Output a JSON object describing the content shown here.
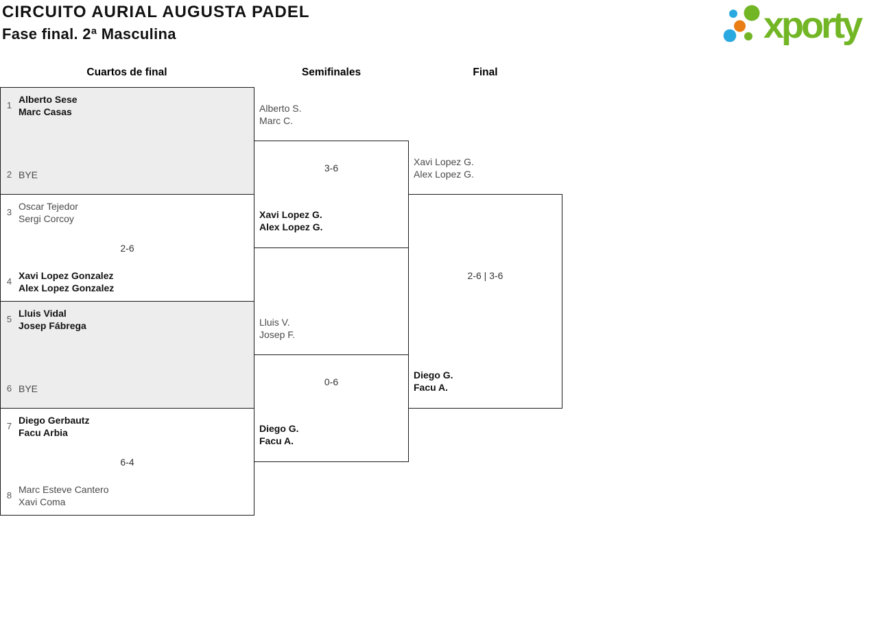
{
  "header": {
    "title": "CIRCUITO AURIAL AUGUSTA PADEL",
    "subtitle": "Fase final. 2ª Masculina"
  },
  "logo": {
    "brand": "xporty",
    "colors": {
      "blue": "#29a9e0",
      "green": "#72b626",
      "orange": "#e87e14"
    }
  },
  "columns": [
    "Cuartos de final",
    "Semifinales",
    "Final"
  ],
  "bracket": {
    "quarterfinals": [
      {
        "seed_top": "1",
        "players_top": [
          "Alberto Sese",
          "Marc Casas"
        ],
        "seed_bottom": "2",
        "players_bottom": [
          "BYE"
        ],
        "score": "",
        "winner": "top"
      },
      {
        "seed_top": "3",
        "players_top": [
          "Oscar Tejedor",
          "Sergi Corcoy"
        ],
        "seed_bottom": "4",
        "players_bottom": [
          "Xavi Lopez Gonzalez",
          "Alex Lopez Gonzalez"
        ],
        "score": "2-6",
        "winner": "bottom"
      },
      {
        "seed_top": "5",
        "players_top": [
          "Lluis Vidal",
          "Josep Fábrega"
        ],
        "seed_bottom": "6",
        "players_bottom": [
          "BYE"
        ],
        "score": "",
        "winner": "top"
      },
      {
        "seed_top": "7",
        "players_top": [
          "Diego Gerbautz",
          "Facu Arbia"
        ],
        "seed_bottom": "8",
        "players_bottom": [
          "Marc Esteve Cantero",
          "Xavi Coma"
        ],
        "score": "6-4",
        "winner": "top"
      }
    ],
    "semifinals": [
      {
        "players_top": [
          "Alberto S.",
          "Marc C."
        ],
        "players_bottom": [
          "Xavi Lopez G.",
          "Alex Lopez G."
        ],
        "score": "3-6",
        "winner": "bottom"
      },
      {
        "players_top": [
          "Lluis V.",
          "Josep F."
        ],
        "players_bottom": [
          "Diego G.",
          "Facu A."
        ],
        "score": "0-6",
        "winner": "bottom"
      }
    ],
    "final": {
      "players_top": [
        "Xavi Lopez G.",
        "Alex Lopez G."
      ],
      "players_bottom": [
        "Diego G.",
        "Facu A."
      ],
      "score": "2-6 | 3-6",
      "winner": "bottom"
    }
  }
}
